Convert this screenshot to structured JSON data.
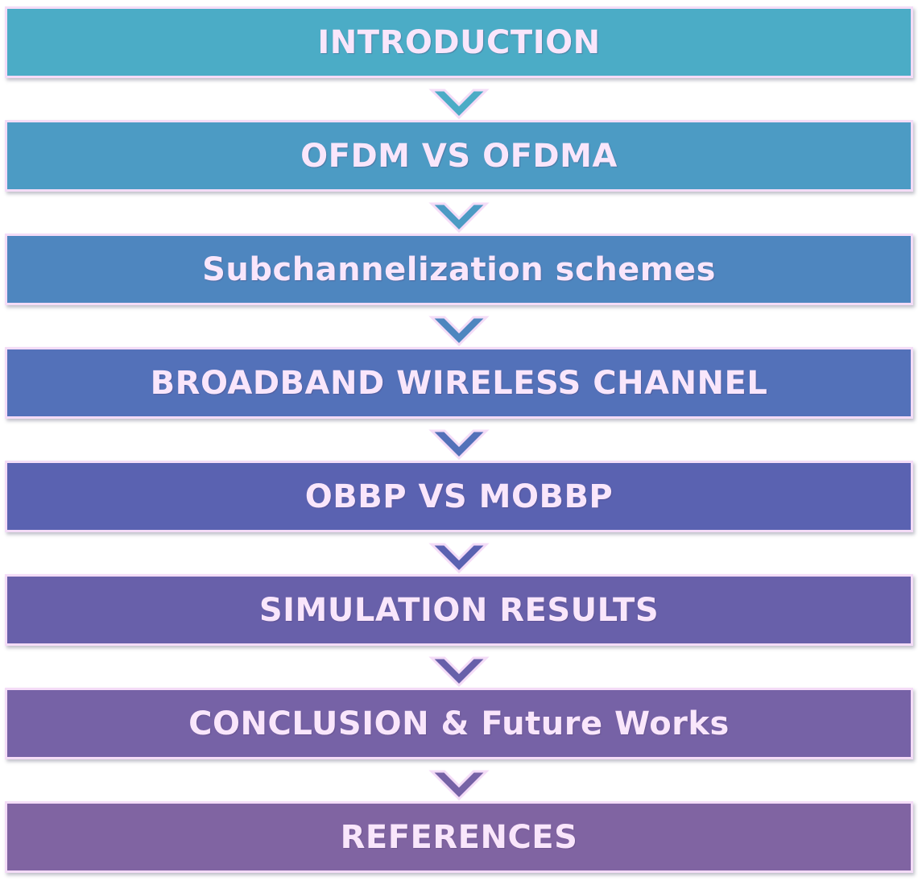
{
  "steps": [
    {
      "label": "INTRODUCTION",
      "color": "#4bacc6"
    },
    {
      "label": "OFDM VS OFDMA",
      "color": "#4c9bc4"
    },
    {
      "label": "Subchannelization schemes",
      "color": "#4e86bf"
    },
    {
      "label": "BROADBAND WIRELESS CHANNEL",
      "color": "#5371b9"
    },
    {
      "label": "OBBP VS MOBBP",
      "color": "#5a62b1"
    },
    {
      "label": "SIMULATION RESULTS",
      "color": "#6860aa"
    },
    {
      "label": "CONCLUSION & Future Works",
      "color": "#7662a6"
    },
    {
      "label": "REFERENCES",
      "color": "#8064a2"
    }
  ],
  "text_color": "#f9e6fb",
  "border_color": "#f4dcf7"
}
